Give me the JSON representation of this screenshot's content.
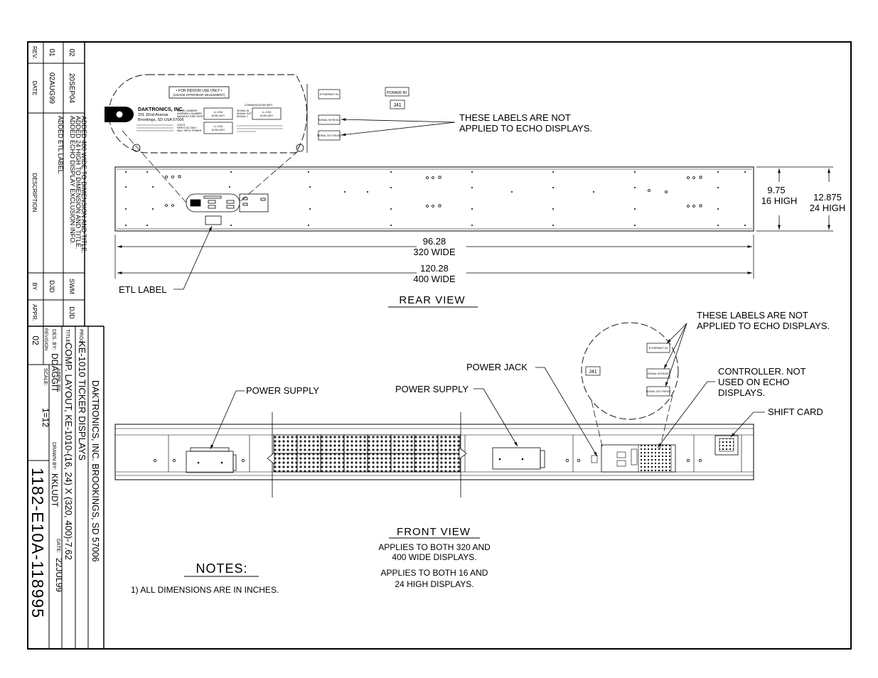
{
  "revision_table": {
    "headers": {
      "rev": "REV.",
      "date": "DATE",
      "description": "DESCRIPTION",
      "by": "BY",
      "appr": "APPR."
    },
    "rows": [
      {
        "rev": "01",
        "date": "02AUG99",
        "description": [
          "ADDED ETL LABEL."
        ],
        "by": "DJD",
        "appr": ""
      },
      {
        "rev": "02",
        "date": "20SEP04",
        "description": [
          "ADDED 400 WIDE TO DIMENSION AND TITLE.",
          "ADDED 24 HIGH TO DIMENSION AND TITLE.",
          "ADDED ECHO DISPLAY EXCLUSION INFO."
        ],
        "by": "SWM",
        "appr": "DJD"
      }
    ]
  },
  "title_block": {
    "company": "DAKTRONICS, INC.  BROOKINGS, SD 57006",
    "proj_label": "PROJ:",
    "proj_value": "KE-1010 TICKER DISPLAYS",
    "title_label": "TITLE:",
    "title_value": "COMP. LAYOUT, KE-1010-(16, 24) X (320, 400)-7.62",
    "des_by_label": "DES. BY:",
    "des_by_value": "DDAGGIT",
    "drawn_by_label": "DRAWN BY:",
    "drawn_by_value": "KKLUDT",
    "appr_by_label": "APPR. BY:",
    "date_label": "DATE:",
    "date_value": "22JUL99",
    "revision_label": "REVISION",
    "revision_value": "02",
    "scale_label": "SCALE:",
    "scale_value": "1=12",
    "drawing_number": "1182-E10A-118995"
  },
  "rear_view": {
    "title": "REAR VIEW",
    "labels_note_line1": "THESE LABELS ARE NOT",
    "labels_note_line2": "APPLIED TO ECHO DISPLAYS.",
    "etl_label": "ETL LABEL",
    "dim_width_1_value": "96.28",
    "dim_width_1_desc": "320 WIDE",
    "dim_width_2_value": "120.28",
    "dim_width_2_desc": "400 WIDE",
    "dim_height_1_value": "9.75",
    "dim_height_1_desc": "16 HIGH",
    "dim_height_2_value": "12.875",
    "dim_height_2_desc": "24 HIGH",
    "plate": {
      "indoor_1": "• FOR INDOOR USE ONLY •",
      "indoor_2": "(USAGE INTERIEUR SEULEMENT)",
      "company": "DAKTRONICS, INC.",
      "addr_1": "331 32nd Avenue",
      "addr_2": "Brookings, SD USA 57006",
      "model_1": "MODEL NUMBER",
      "model_2": "ASSEMBLY NUMBER",
      "model_3": "MANUFACTURE DATE",
      "volts_1": "VOLTS",
      "volts_2": "HERTZ AC ONLY",
      "volts_3": "MAX. INPUT POWER",
      "comm_info": "COMMUNICATION INFO.",
      "sig_1": "SIGNAL IN",
      "sig_2": "SIGNAL OUT",
      "sig_3": "SIGNAL 2",
      "placeholder_a": "LL-1234",
      "placeholder_b": "ACRLLDEY",
      "ethernet_in": "ETHERNET IN",
      "power_in": "POWER IN",
      "j41": "J41",
      "signal_in": "SIGNAL IN RS/422",
      "signal_out": "SIGNAL OUT RS/422"
    }
  },
  "front_view": {
    "title": "FRONT VIEW",
    "applies_1a": "APPLIES TO BOTH 320 AND",
    "applies_1b": "400 WIDE DISPLAYS.",
    "applies_2a": "APPLIES TO BOTH 16 AND",
    "applies_2b": "24 HIGH DISPLAYS.",
    "labels_note_line1": "THESE LABELS ARE NOT",
    "labels_note_line2": "APPLIED TO ECHO DISPLAYS.",
    "power_supply_left": "POWER SUPPLY",
    "power_supply_right": "POWER SUPPLY",
    "power_jack": "POWER JACK",
    "controller_1": "CONTROLLER. NOT",
    "controller_2": "USED ON ECHO",
    "controller_3": "DISPLAYS.",
    "shift_card": "SHIFT CARD",
    "j41": "J41",
    "ethernet_in": "ETHERNET IN",
    "signal_in": "SIGNAL IN RS/422",
    "signal_out": "SIGNAL OUT RS/422"
  },
  "notes": {
    "title": "NOTES:",
    "items": [
      "1) ALL DIMENSIONS ARE IN INCHES."
    ]
  }
}
